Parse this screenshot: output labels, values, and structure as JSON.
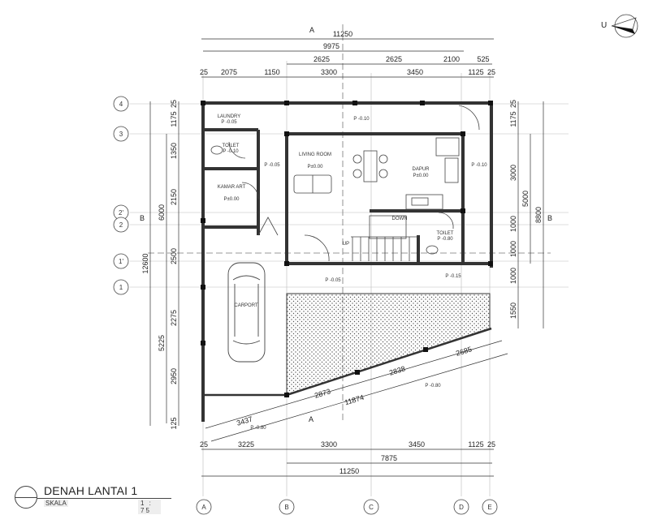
{
  "drawing": {
    "title": "DENAH LANTAI 1",
    "scale_label": "SKALA",
    "scale_value": "1 : 75",
    "north_label": "U"
  },
  "section_markers": {
    "a_top": "A",
    "a_bottom": "A",
    "b_left": "B",
    "b_right": "B"
  },
  "grid_axes": {
    "columns": [
      "A",
      "B",
      "C",
      "D",
      "E"
    ],
    "rows": [
      "4",
      "3",
      "2'",
      "2",
      "1'",
      "1"
    ]
  },
  "top_dimensions": {
    "overall": "11250",
    "row2_total": "9975",
    "row3": [
      "2625",
      "2625",
      "2100",
      "525"
    ],
    "row4": [
      "25",
      "2075",
      "1150",
      "3300",
      "3450",
      "1125",
      "25"
    ]
  },
  "bottom_dimensions": {
    "row1": [
      "25",
      "3225",
      "3300",
      "3450",
      "1125",
      "25"
    ],
    "row2": "7875",
    "overall": "11250"
  },
  "left_dimensions": {
    "overall": "12600",
    "mid": [
      "6000",
      "5225"
    ],
    "inner": [
      "25",
      "1175",
      "1350",
      "2150",
      "2500",
      "2275",
      "2950",
      "125"
    ]
  },
  "right_dimensions": {
    "overall": "8800",
    "mid": "5000",
    "inner": [
      "25",
      "1175",
      "3000",
      "1000",
      "1000",
      "1000",
      "1550"
    ]
  },
  "diagonal_dimensions": {
    "segments": [
      "3437",
      "2873",
      "2838",
      "2685"
    ],
    "total": "11874"
  },
  "rooms": [
    {
      "name": "LAUNDRY",
      "level": "P -0.05"
    },
    {
      "name": "TOILET",
      "level": "P -0.10"
    },
    {
      "name": "KAMAR ART",
      "level": "P±0.00"
    },
    {
      "name": "LIVING ROOM",
      "level": "P±0.00"
    },
    {
      "name": "DAPUR",
      "level": "P±0.00"
    },
    {
      "name": "TOILET",
      "level": "P -0.80"
    },
    {
      "name": "CARPORT",
      "level": ""
    }
  ],
  "level_tags": {
    "corridor": "P -0.05",
    "rear_terrace": "P -0.10",
    "right_side": "P -0.10",
    "front_terrace": "P -0.05",
    "front_right": "P -0.15",
    "garden": "P -0.80",
    "front_edge": "P -0.80"
  },
  "stairs": {
    "down_label": "DOWN",
    "up_label": "UP"
  }
}
